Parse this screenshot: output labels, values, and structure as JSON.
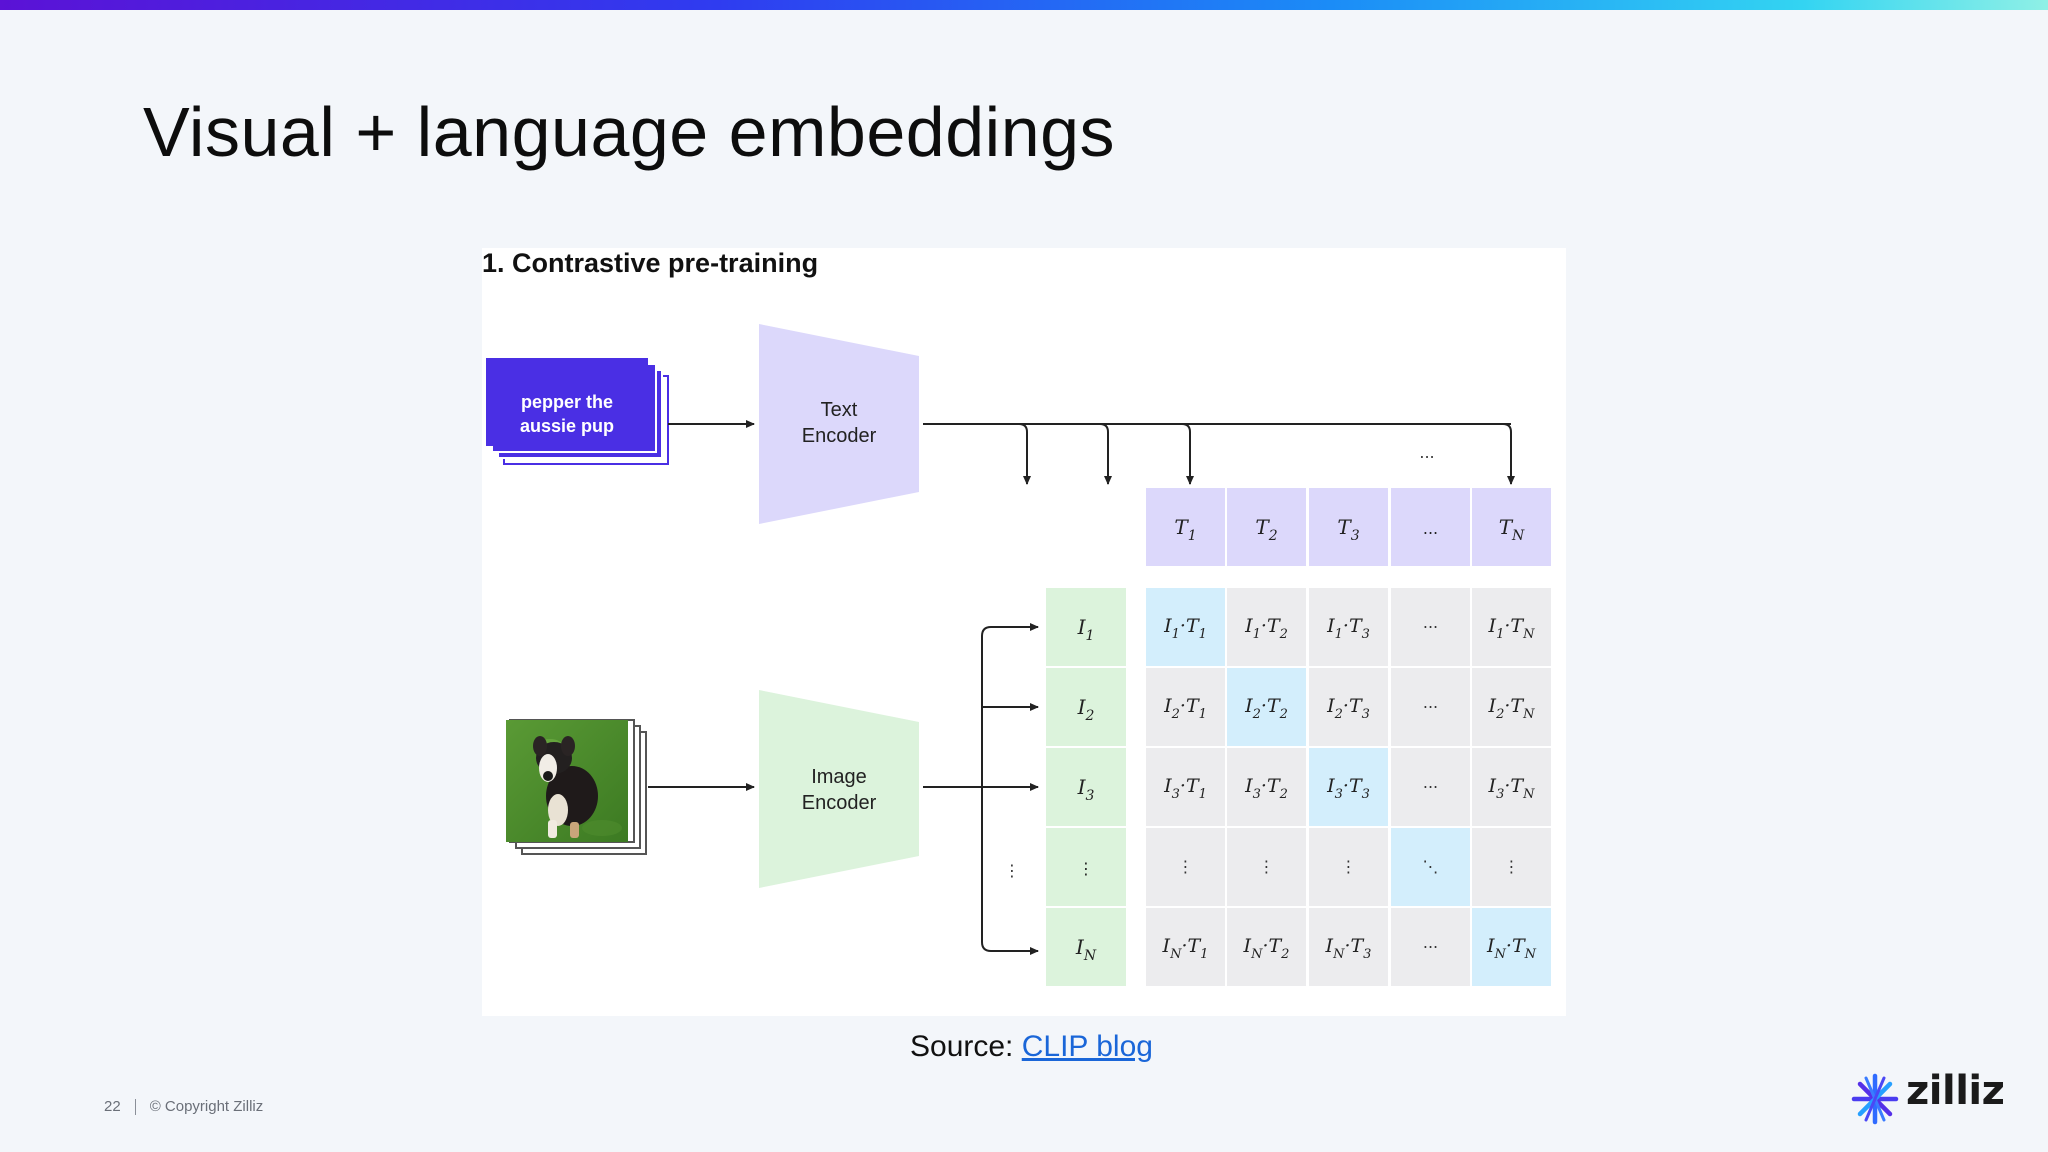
{
  "slide": {
    "title": "Visual + language embeddings",
    "page_number": "22",
    "copyright": "© Copyright Zilliz",
    "brand": "zilliz"
  },
  "figure": {
    "heading": "1. Contrastive pre-training",
    "text_card": [
      "pepper the",
      "aussie pup"
    ],
    "text_encoder": [
      "Text",
      "Encoder"
    ],
    "image_encoder": [
      "Image",
      "Encoder"
    ],
    "image_description": "puppy on grass photo",
    "text_labels": [
      "T1",
      "T2",
      "T3",
      "...",
      "TN"
    ],
    "image_labels": [
      "I1",
      "I2",
      "I3",
      "⋮",
      "IN"
    ],
    "top_ellipsis": "...",
    "colors": {
      "text_purple": "#dcd8fb",
      "image_green": "#dcf3dc",
      "diag_blue": "#d3eefc",
      "cell_gray": "#ececee",
      "card_blue": "#4a2fe4"
    }
  },
  "source": {
    "prefix": "Source: ",
    "link": "CLIP blog"
  }
}
